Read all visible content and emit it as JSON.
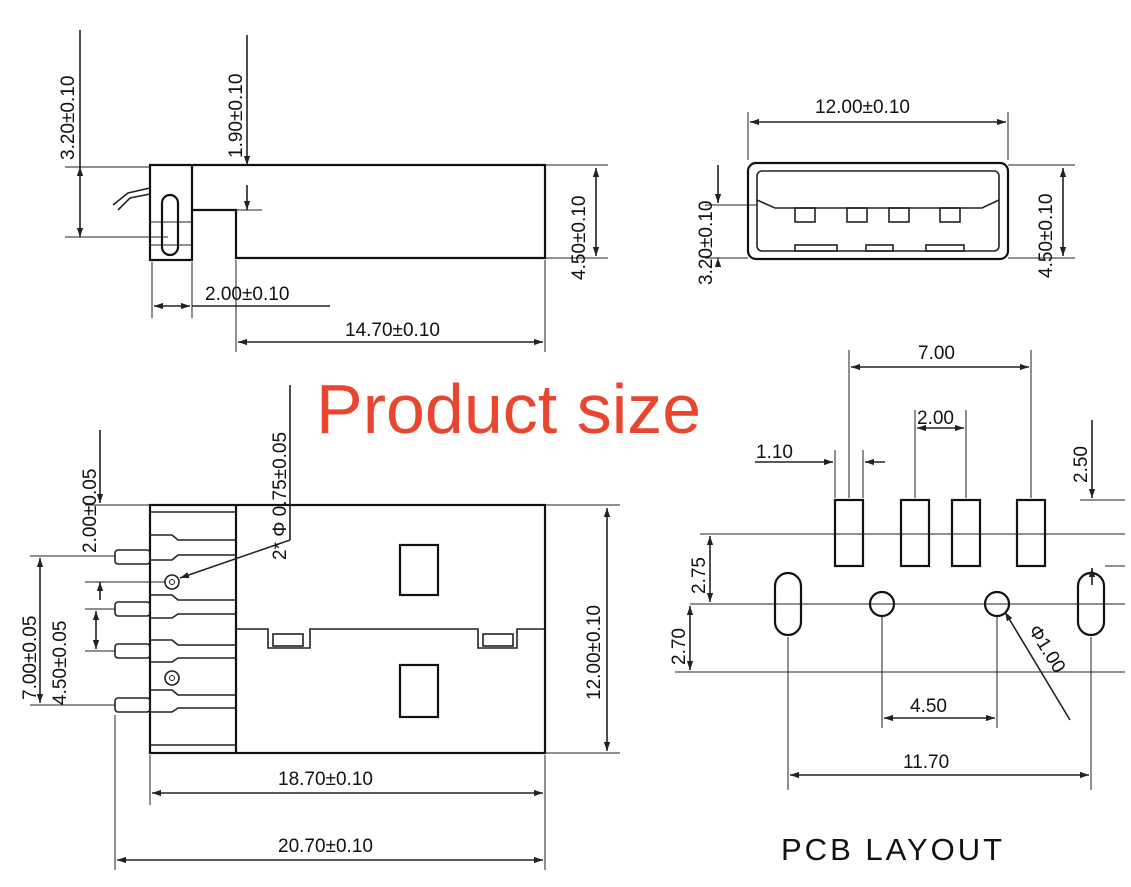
{
  "title": "Product size",
  "pcb_title": "PCB LAYOUT",
  "accent_color": "#e8462e",
  "side_view": {
    "dim_height_total": "3.20±0.10",
    "dim_step": "1.90±0.10",
    "dim_height": "4.50±0.10",
    "dim_flange": "2.00±0.10",
    "dim_length": "14.70±0.10"
  },
  "front_view": {
    "dim_width": "12.00±0.10",
    "dim_inner_height": "3.20±0.10",
    "dim_height": "4.50±0.10"
  },
  "top_view": {
    "dim_pin_top": "2.00±0.05",
    "dim_hole": "2* Φ 0.75±0.05",
    "dim_pitch_outer": "7.00±0.05",
    "dim_pitch_inner": "4.50±0.05",
    "dim_width": "12.00±0.10",
    "dim_body": "18.70±0.10",
    "dim_total": "20.70±0.10"
  },
  "pcb": {
    "dim_span": "7.00",
    "dim_pad_gap": "2.00",
    "dim_pad_width": "1.10",
    "dim_pad_height": "2.50",
    "dim_row_top": "2.75",
    "dim_row_bottom": "2.70",
    "dim_hole_dia": "Φ1.00",
    "dim_hole_pitch": "4.50",
    "dim_slot_pitch": "11.70"
  }
}
